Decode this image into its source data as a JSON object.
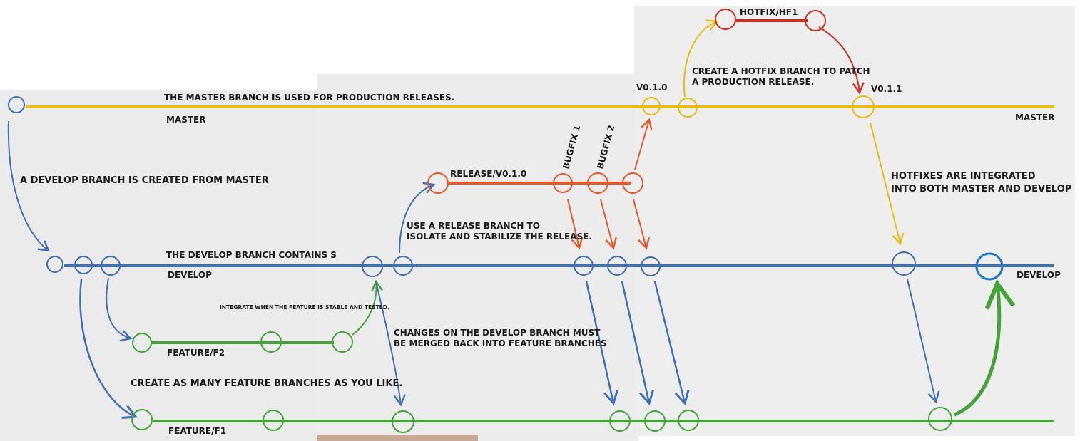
{
  "colors": {
    "master": "#e9bd12",
    "develop": "#3f6fb5",
    "feature": "#45a23a",
    "release": "#e6572a",
    "hotfix": "#d42b1f",
    "paper": "#ececec",
    "ink": "#1a1a1a"
  },
  "labels": {
    "master_desc": "THE MASTER BRANCH IS USED FOR PRODUCTION RELEASES.",
    "master_left": "MASTER",
    "master_right": "MASTER",
    "develop_created": "A DEVELOP BRANCH IS CREATED FROM MASTER",
    "develop_desc": "THE DEVELOP BRANCH CONTAINS S",
    "develop_left": "DEVELOP",
    "develop_right": "DEVELOP",
    "integrate": "INTEGRATE WHEN THE FEATURE IS STABLE AND TESTED.",
    "feature_f2": "FEATURE/F2",
    "feature_f1": "FEATURE/F1",
    "create_features": "CREATE AS MANY FEATURE BRANCHES AS YOU LIKE.",
    "release_line1": "USE A RELEASE BRANCH TO",
    "release_line2": "ISOLATE AND STABILIZE THE RELEASE.",
    "release_branch": "RELEASE/V0.1.0",
    "bugfix1": "BUGFIX 1",
    "bugfix2": "BUGFIX 2",
    "changes_line1": "CHANGES ON THE DEVELOP BRANCH MUST",
    "changes_line2": "BE MERGED BACK INTO FEATURE BRANCHES",
    "v010": "V0.1.0",
    "v011": "V0.1.1",
    "hotfix_branch": "HOTFIX/HF1",
    "hotfix_line1": "CREATE A HOTFIX BRANCH TO PATCH",
    "hotfix_line2": "A PRODUCTION RELEASE.",
    "hotfix_int1": "HOTFIXES ARE INTEGRATED",
    "hotfix_int2": "INTO BOTH MASTER AND DEVELOP"
  }
}
